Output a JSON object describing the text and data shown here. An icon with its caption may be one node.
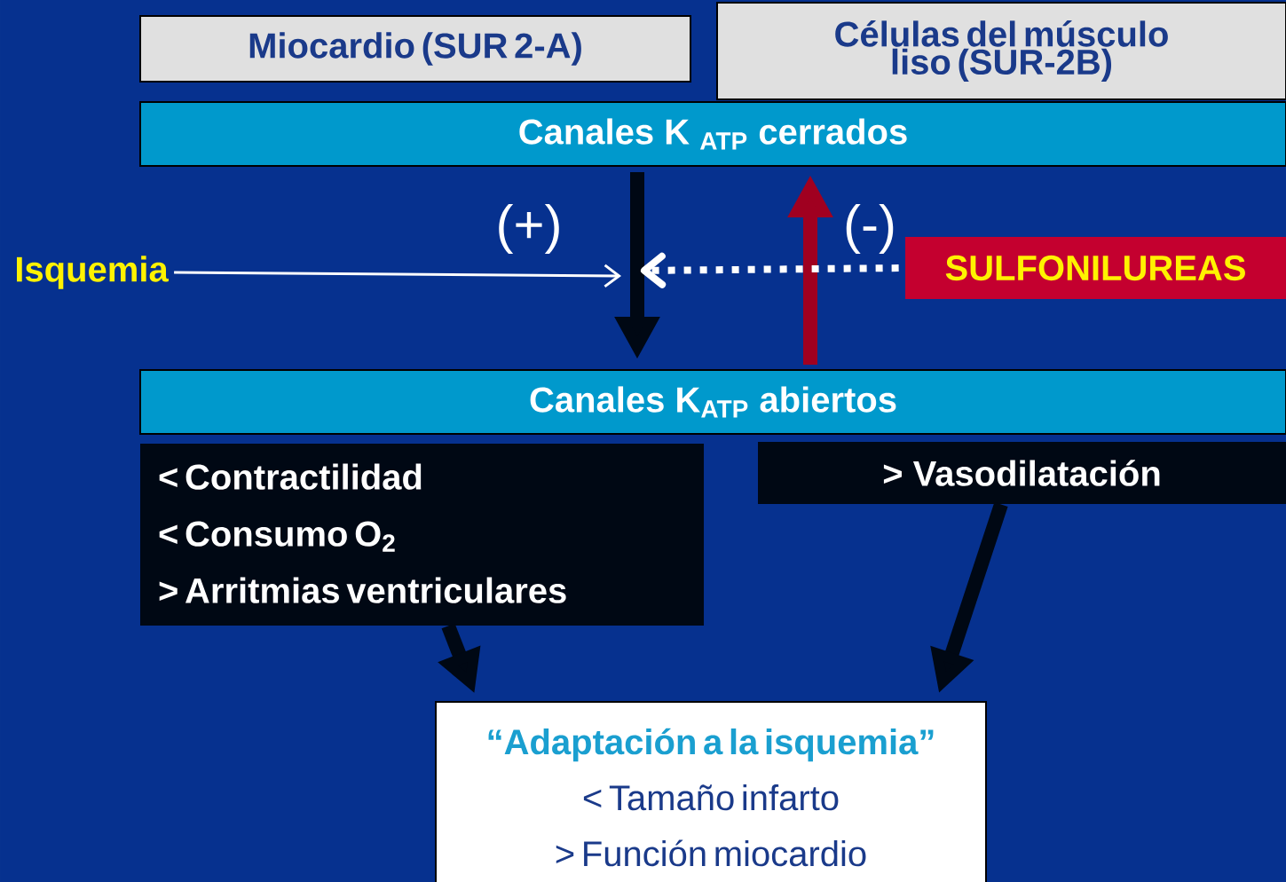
{
  "diagram": {
    "nodes": [
      {
        "text": [
          "Miocardio (SUR 2-A)"
        ]
      },
      {
        "text": [
          "Células del músculo liso (SUR-2B)"
        ]
      },
      {
        "text": [
          "Canales K $_{ATP}$ cerrados"
        ]
      },
      {
        "text": [
          "Isquemia"
        ]
      },
      {
        "text": [
          "SULFONILUREAS"
        ]
      },
      {
        "text": [
          "Canales K$_{ATP}$ abiertos"
        ]
      },
      {
        "text": [
          "< Contractilidad",
          "< Consumo O$_{2}$",
          "> Arritmias ventriculares"
        ]
      },
      {
        "text": [
          "> Vasodilatación"
        ]
      },
      {
        "text": [
          "“Adaptación a la isquemia”",
          "< Tamaño infarto",
          "> Función miocardio"
        ]
      }
    ],
    "edges": [
      {
        "from": 2,
        "to": 5,
        "arrow": "to"
      },
      {
        "from": 5,
        "to": 2,
        "arrow": "to",
        "color": "#a00020"
      },
      {
        "from": 3,
        "to": null,
        "arrow": "to",
        "label": "(+)",
        "color": "#ffffff"
      },
      {
        "from": 4,
        "to": null,
        "arrow": "to",
        "label": "(-)",
        "style": "dashed",
        "color": "#ffffff"
      },
      {
        "from": 6,
        "to": 8,
        "arrow": "to"
      },
      {
        "from": 7,
        "to": 8,
        "arrow": "to"
      }
    ]
  }
}
